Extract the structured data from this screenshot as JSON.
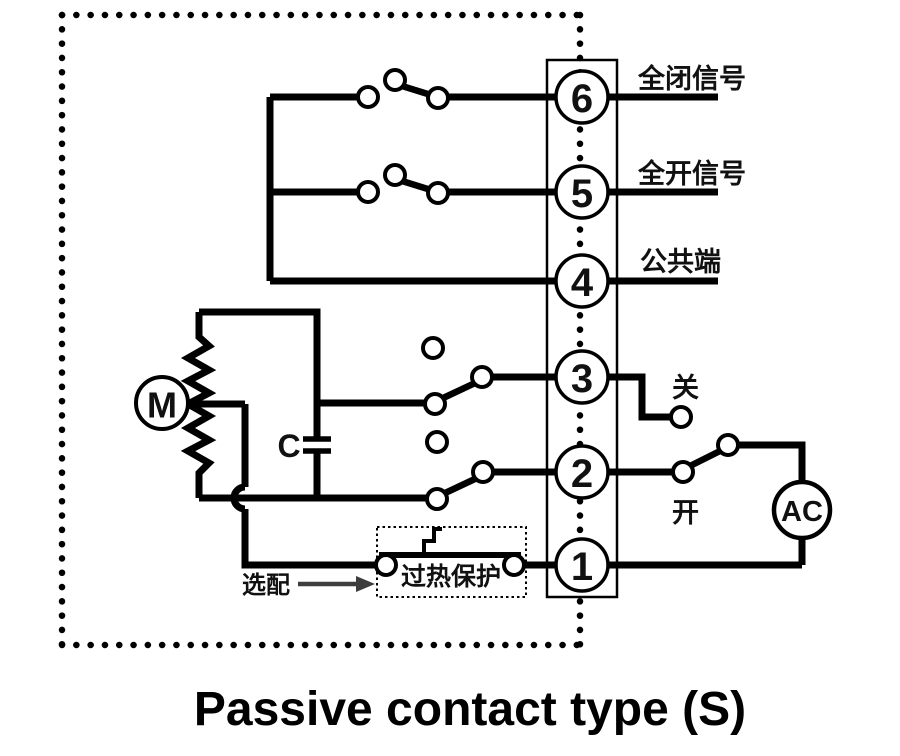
{
  "title": "Passive contact type (S)",
  "terminal_numbers": [
    "6",
    "5",
    "4",
    "3",
    "2",
    "1"
  ],
  "terminal_labels": {
    "t6": "全闭信号",
    "t5": "全开信号",
    "t4": "公共端"
  },
  "contact_labels": {
    "close": "关",
    "open": "开"
  },
  "component_labels": {
    "motor": "M",
    "capacitor": "C",
    "power": "AC"
  },
  "overheat_label": "过热保护",
  "optional_label": "选配",
  "colors": {
    "line": "#000000",
    "arrow": "#3d3d3d",
    "background": "#ffffff"
  }
}
